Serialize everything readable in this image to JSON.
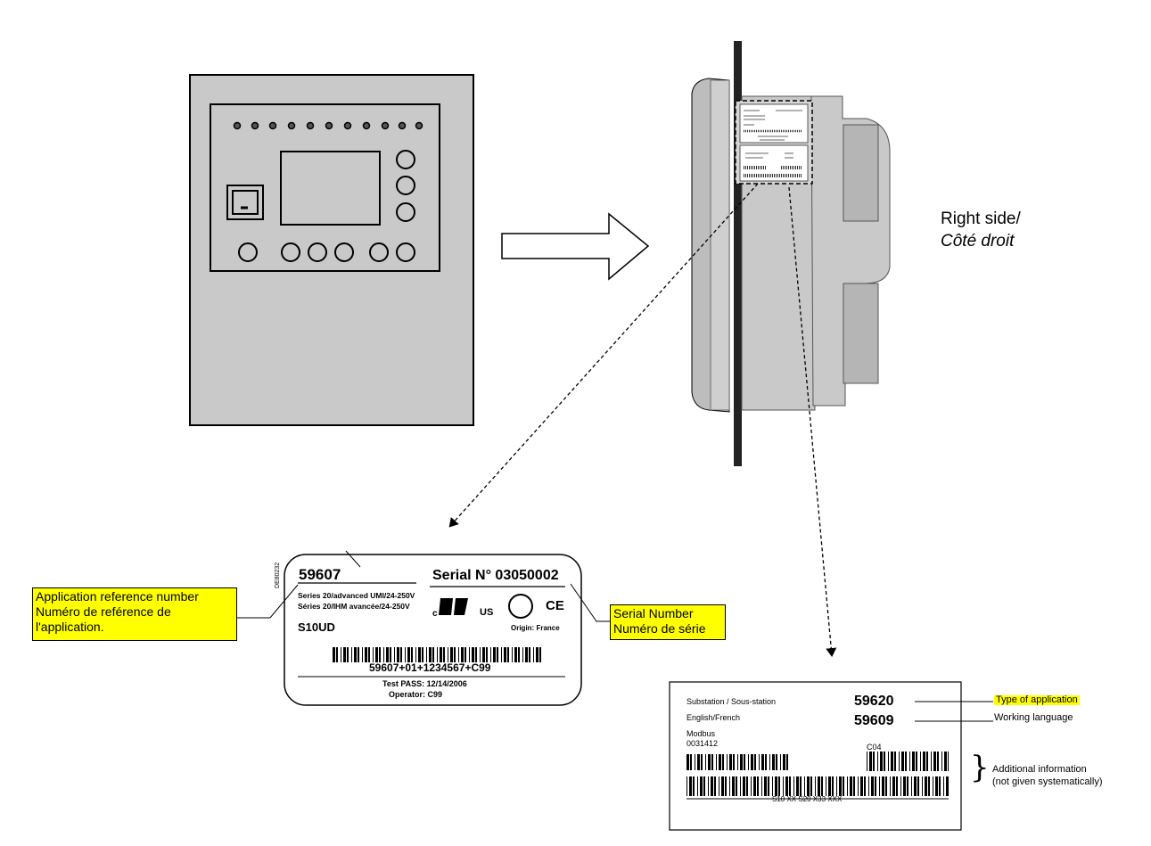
{
  "side_caption": {
    "line1": "Right side/",
    "line2": "Côté droit"
  },
  "label_small": {
    "stamp": "DE80232",
    "reference": "59607",
    "serial": "Serial N° 03050002",
    "series_en": "Series 20/advanced UMI/24-250V",
    "series_fr": "Séries 20/IHM avancée/24-250V",
    "model": "S10UD",
    "mark_c": "c",
    "mark_us": "US",
    "mark_ce": "CE",
    "origin": "Origin: France",
    "barcode_text": "59607+01+1234567+C99",
    "test_pass": "Test PASS: 12/14/2006",
    "operator": "Operator: C99"
  },
  "callout_reference": {
    "line1": "Application reference number",
    "line2": "Numéro de reférence de",
    "line3": "l'application."
  },
  "callout_serial": {
    "line1": "Serial Number",
    "line2": "Numéro de série"
  },
  "label_large": {
    "row1_label": "Substation / Sous-station",
    "row1_value": "59620",
    "row2_label": "English/French",
    "row2_value": "59609",
    "row3_label": "Modbus",
    "row4_label": "0031412",
    "row4_code": "C04",
    "barcode_text": "S10  XX  S20  X33  XXX"
  },
  "annotations_large": {
    "type": "Type of application",
    "language": "Working language",
    "additional_1": "Additional information",
    "additional_2": "(not given systematically)",
    "brace": "}"
  },
  "colors": {
    "panel_fill": "#c9c9c9",
    "highlight": "#ffff00",
    "outline": "#000000"
  }
}
